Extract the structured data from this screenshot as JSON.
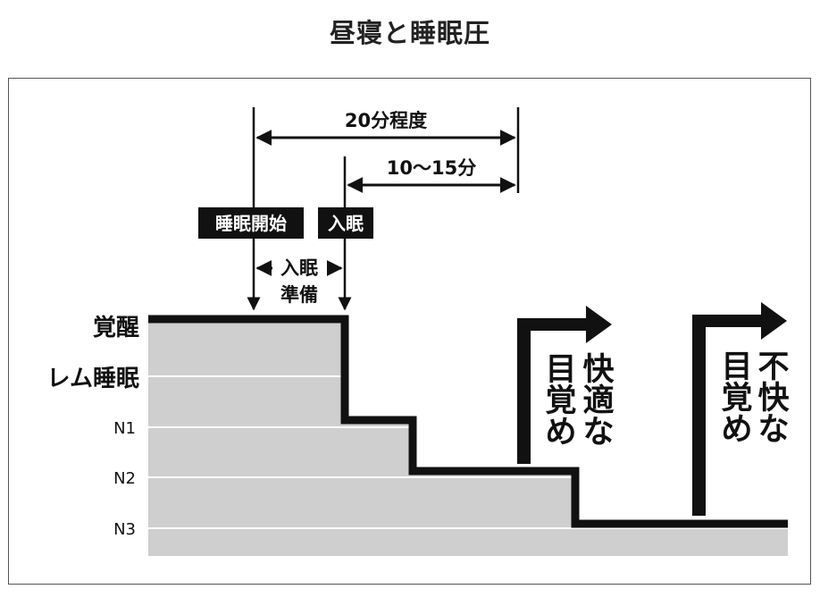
{
  "title": "昼寝と睡眠圧",
  "labels": {
    "twenty_min": "20分程度",
    "ten_fifteen": "10〜15分",
    "sleep_start": "睡眠開始",
    "sleep_onset": "入眠",
    "prep_line1": "入眠",
    "prep_line2": "準備"
  },
  "stages": {
    "wake": "覚醒",
    "rem": "レム睡眠",
    "n1": "N1",
    "n2": "N2",
    "n3": "N3"
  },
  "wakeups": {
    "pleasant": [
      "目",
      "快",
      "覚",
      "適",
      "め",
      "な"
    ],
    "unpleasant": [
      "目",
      "不",
      "覚",
      "快",
      "め",
      "な"
    ]
  },
  "colors": {
    "area": "#cfcfcf",
    "line": "#111111",
    "grid": "#ffffff"
  }
}
